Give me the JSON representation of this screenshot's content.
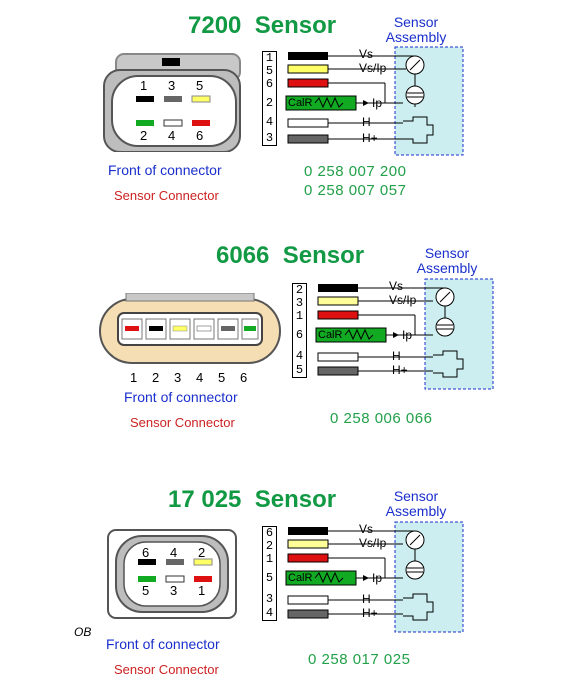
{
  "sections": [
    {
      "title": "7200  Sensor",
      "assembly_line1": "Sensor",
      "assembly_line2": "Assembly",
      "pins": [
        "1",
        "5",
        "6",
        "2",
        "4",
        "3"
      ],
      "wire_labels": [
        "Vs",
        "Vs/Ip",
        "Ip",
        "H -",
        "H+"
      ],
      "calr_label": "CalR",
      "front_label": "Front of connector",
      "sensor_connector_label": "Sensor  Connector",
      "part_numbers": [
        "0 258 007 200",
        "0 258 007 057"
      ],
      "connector_pins_top": [
        "1",
        "3",
        "5"
      ],
      "connector_pins_bottom": [
        "2",
        "4",
        "6"
      ]
    },
    {
      "title": "6066  Sensor",
      "assembly_line1": "Sensor",
      "assembly_line2": "Assembly",
      "pins": [
        "2",
        "3",
        "1",
        "6",
        "4",
        "5"
      ],
      "wire_labels": [
        "Vs",
        "Vs/Ip",
        "Ip",
        "H -",
        "H+"
      ],
      "calr_label": "CalR",
      "front_label": "Front of connector",
      "sensor_connector_label": "Sensor  Connector",
      "part_numbers": [
        "0 258 006 066"
      ],
      "connector_pins": [
        "1",
        "2",
        "3",
        "4",
        "5",
        "6"
      ]
    },
    {
      "title": "17 025  Sensor",
      "assembly_line1": "Sensor",
      "assembly_line2": "Assembly",
      "pins": [
        "6",
        "2",
        "1",
        "5",
        "3",
        "4"
      ],
      "wire_labels": [
        "Vs",
        "Vs/Ip",
        "Ip",
        "H -",
        "H+"
      ],
      "calr_label": "CalR",
      "front_label": "Front of connector",
      "sensor_connector_label": "Sensor  Connector",
      "part_numbers": [
        "0 258 017 025"
      ],
      "connector_pins_top": [
        "6",
        "4",
        "2"
      ],
      "connector_pins_bottom": [
        "5",
        "3",
        "1"
      ]
    }
  ],
  "corner_mark": "OB",
  "colors": {
    "title_green": "#119944",
    "label_blue": "#1a2fcc",
    "label_red": "#cc2222",
    "wire_black": "#000000",
    "wire_yellow": "#ffff66",
    "wire_red": "#dd1111",
    "wire_green": "#11aa22",
    "wire_white": "#ffffff",
    "wire_gray": "#666666",
    "assembly_fill": "#cdeef0"
  }
}
